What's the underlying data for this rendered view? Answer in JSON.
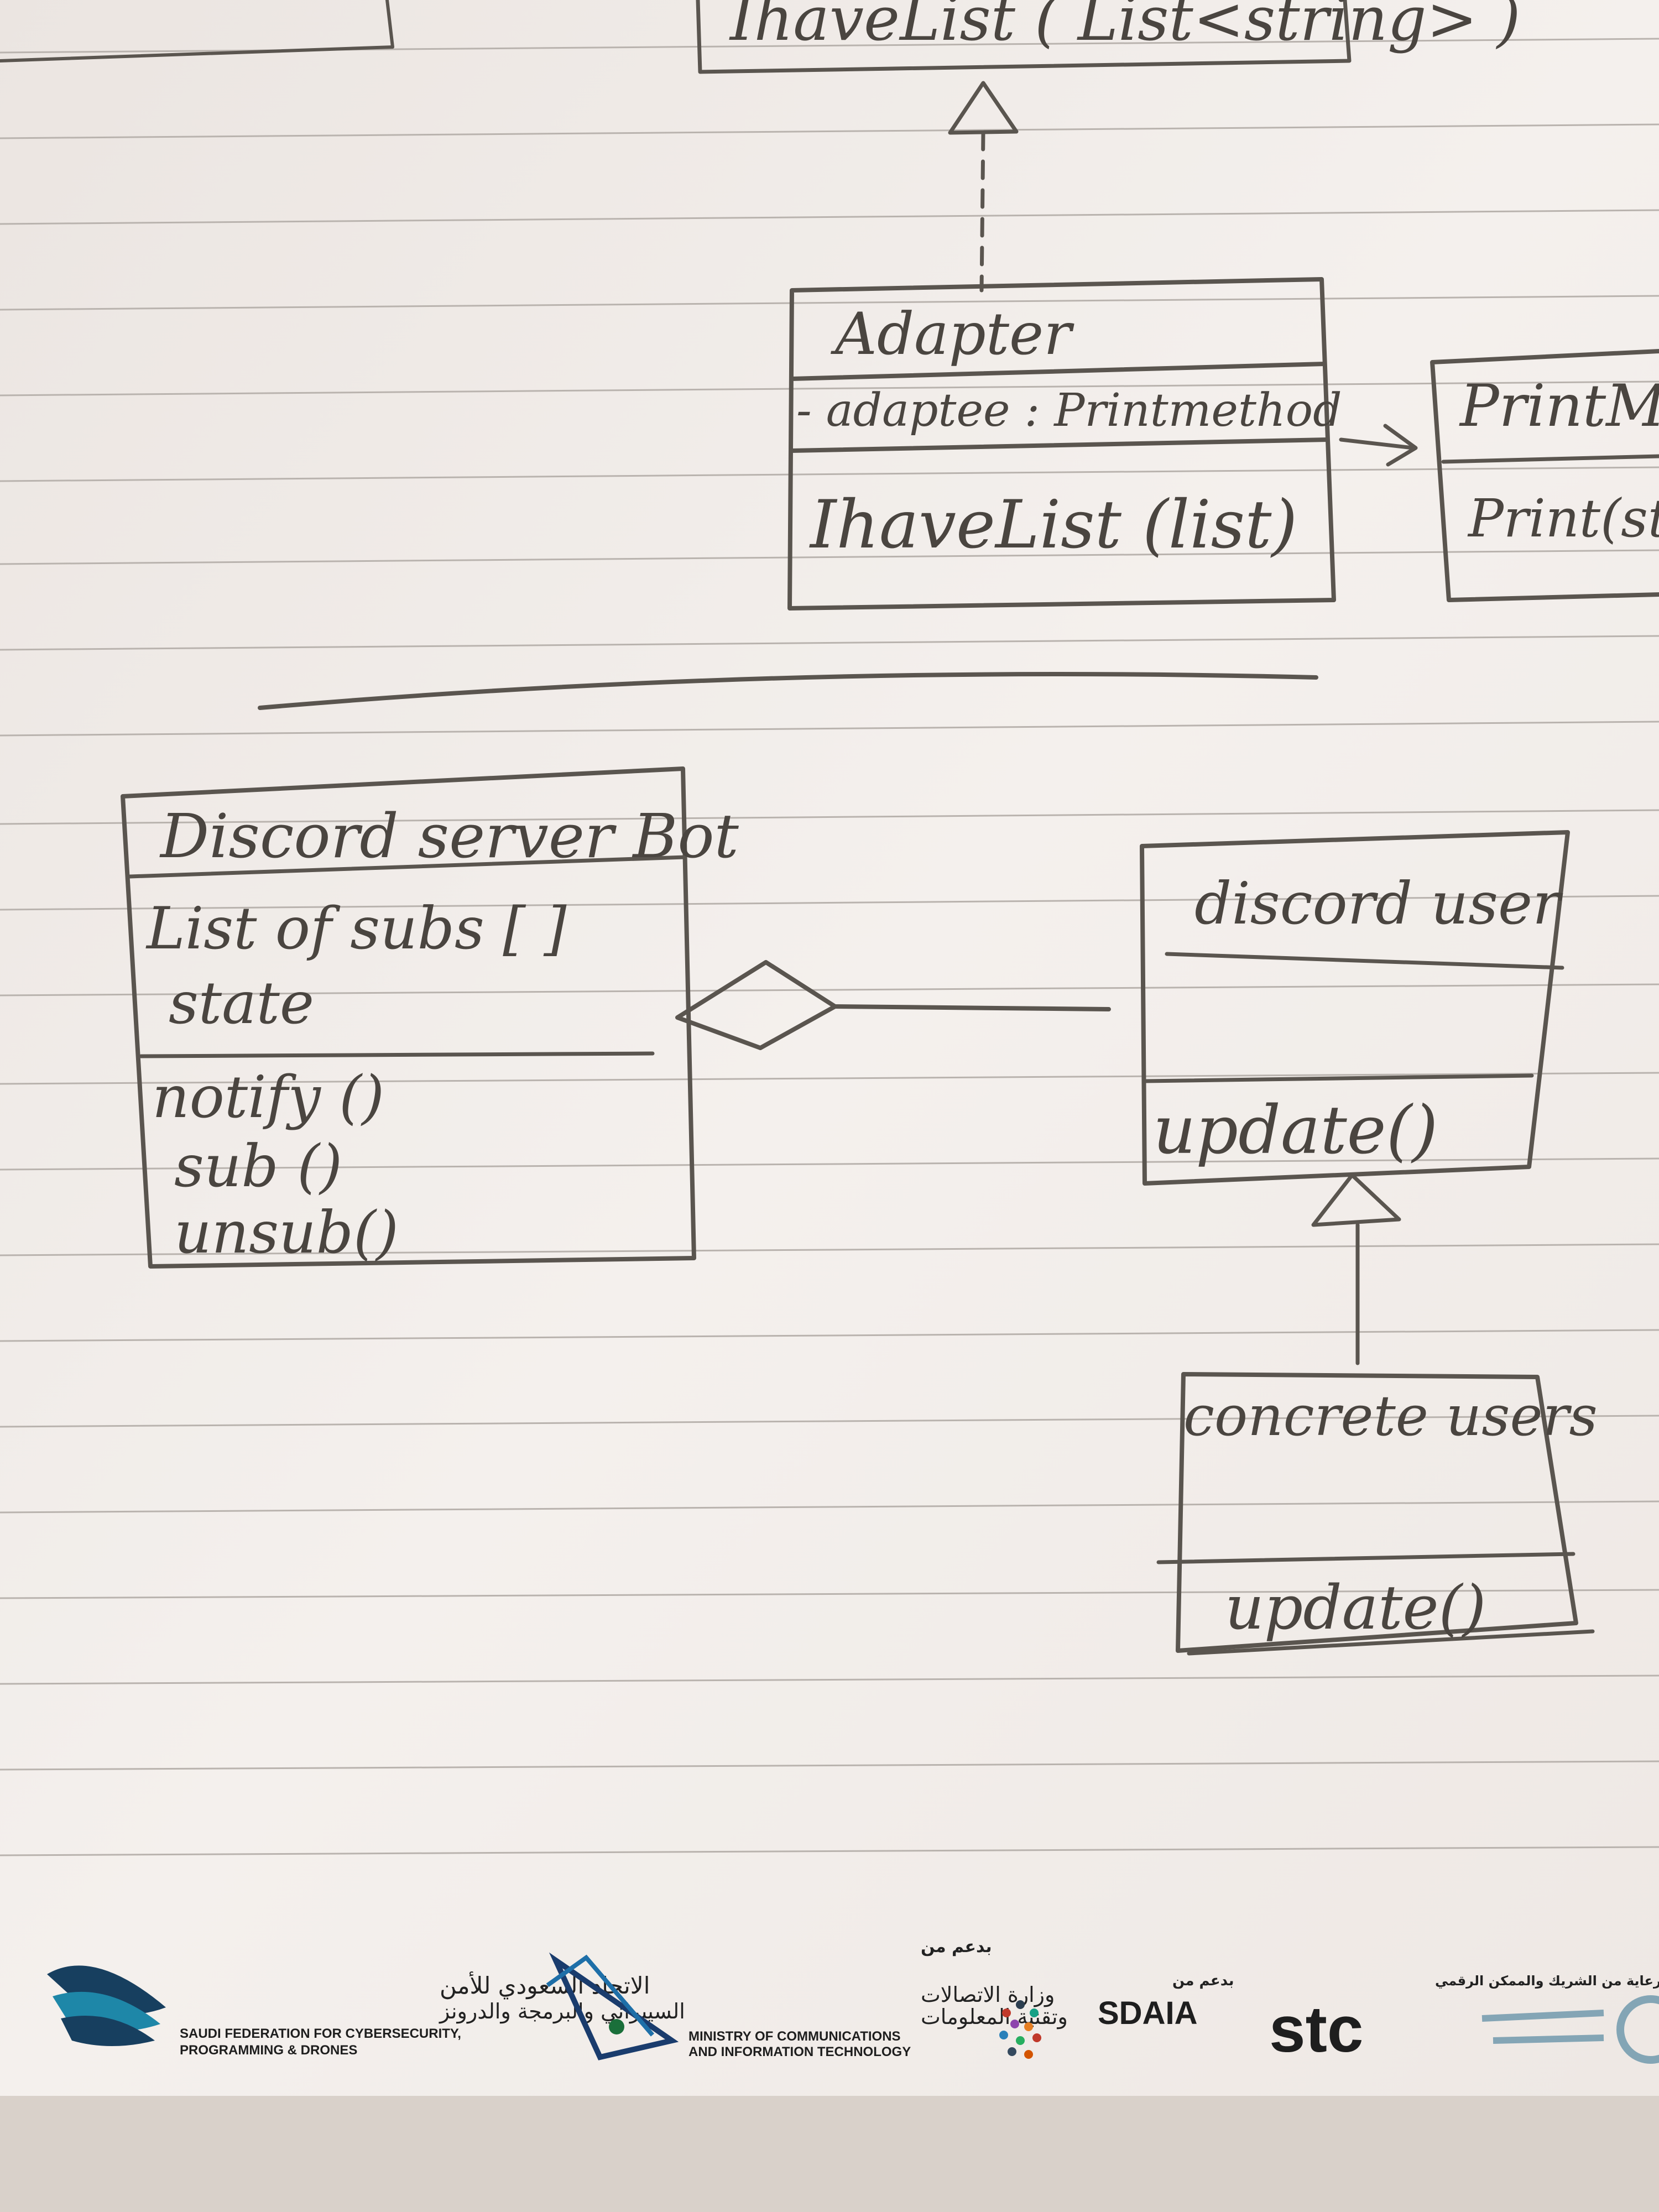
{
  "diagram": {
    "adapter_pattern": {
      "target": {
        "name": "IhaveList ( List<string> )"
      },
      "adapter": {
        "name": "Adapter",
        "attribute": "- adaptee : Printmethod",
        "method": "IhaveList (list)"
      },
      "adaptee": {
        "name": "PrintMe",
        "method": "Print(stri"
      }
    },
    "observer_pattern": {
      "subject": {
        "name": "Discord server Bot",
        "attributes": [
          "List of subs [ ]",
          "state"
        ],
        "methods": [
          "notify ()",
          "sub ()",
          "unsub()"
        ]
      },
      "observer": {
        "name": "discord user",
        "method": "update()"
      },
      "concrete": {
        "name": "concrete users",
        "method": "update()"
      }
    }
  },
  "footer": {
    "supported_by": "بدعم من",
    "sponsor_1": {
      "name_ar_1": "الاتحاد السعودي للأمن",
      "name_ar_2": "السيبراني والبرمجة والدرونز",
      "name_en_1": "SAUDI FEDERATION FOR CYBERSECURITY,",
      "name_en_2": "PROGRAMMING & DRONES"
    },
    "sponsor_2": {
      "name_ar_1": "وزارة الاتصالات",
      "name_ar_2": "وتقنية المعلومات",
      "name_en_1": "MINISTRY OF COMMUNICATIONS",
      "name_en_2": "AND INFORMATION TECHNOLOGY"
    },
    "sponsor_3": {
      "label": "بدعم من",
      "name": "SDAIA"
    },
    "sponsor_4": {
      "label": "برعاية من الشريك والممكن الرقمي",
      "name": "stc"
    }
  }
}
